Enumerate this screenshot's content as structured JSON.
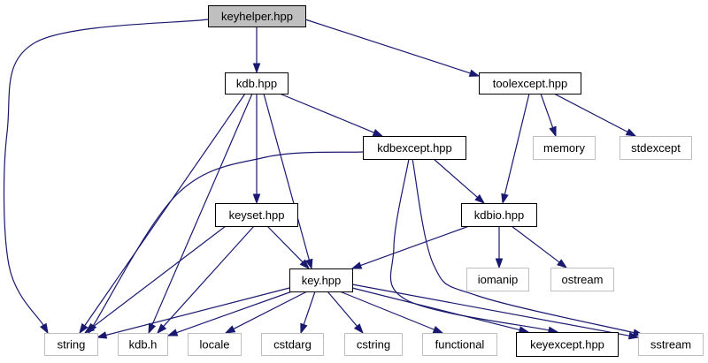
{
  "nodes": [
    {
      "id": "keyhelper",
      "label": "keyhelper.hpp",
      "style": "root"
    },
    {
      "id": "kdbhpp",
      "label": "kdb.hpp",
      "style": "black"
    },
    {
      "id": "toolexcept",
      "label": "toolexcept.hpp",
      "style": "black"
    },
    {
      "id": "kdbexcept",
      "label": "kdbexcept.hpp",
      "style": "black"
    },
    {
      "id": "memory",
      "label": "memory",
      "style": "grey"
    },
    {
      "id": "stdexcept",
      "label": "stdexcept",
      "style": "grey"
    },
    {
      "id": "keyset",
      "label": "keyset.hpp",
      "style": "black"
    },
    {
      "id": "kdbio",
      "label": "kdbio.hpp",
      "style": "black"
    },
    {
      "id": "iomanip",
      "label": "iomanip",
      "style": "grey"
    },
    {
      "id": "ostream",
      "label": "ostream",
      "style": "grey"
    },
    {
      "id": "keyhpp",
      "label": "key.hpp",
      "style": "black"
    },
    {
      "id": "string",
      "label": "string",
      "style": "grey"
    },
    {
      "id": "kdbh",
      "label": "kdb.h",
      "style": "grey"
    },
    {
      "id": "locale",
      "label": "locale",
      "style": "grey"
    },
    {
      "id": "cstdarg",
      "label": "cstdarg",
      "style": "grey"
    },
    {
      "id": "cstring",
      "label": "cstring",
      "style": "grey"
    },
    {
      "id": "functional",
      "label": "functional",
      "style": "grey"
    },
    {
      "id": "keyexcept",
      "label": "keyexcept.hpp",
      "style": "black"
    },
    {
      "id": "sstream",
      "label": "sstream",
      "style": "grey"
    }
  ],
  "edges": [
    {
      "from": "keyhelper",
      "to": "kdbhpp"
    },
    {
      "from": "keyhelper",
      "to": "toolexcept"
    },
    {
      "from": "keyhelper",
      "to": "string"
    },
    {
      "from": "kdbhpp",
      "to": "kdbexcept"
    },
    {
      "from": "kdbhpp",
      "to": "keyset"
    },
    {
      "from": "kdbhpp",
      "to": "keyhpp"
    },
    {
      "from": "kdbhpp",
      "to": "string"
    },
    {
      "from": "kdbhpp",
      "to": "kdbh"
    },
    {
      "from": "toolexcept",
      "to": "memory"
    },
    {
      "from": "toolexcept",
      "to": "stdexcept"
    },
    {
      "from": "toolexcept",
      "to": "kdbio"
    },
    {
      "from": "kdbexcept",
      "to": "kdbio"
    },
    {
      "from": "kdbexcept",
      "to": "string"
    },
    {
      "from": "kdbexcept",
      "to": "keyexcept"
    },
    {
      "from": "kdbexcept",
      "to": "sstream"
    },
    {
      "from": "keyset",
      "to": "keyhpp"
    },
    {
      "from": "keyset",
      "to": "string"
    },
    {
      "from": "keyset",
      "to": "kdbh"
    },
    {
      "from": "kdbio",
      "to": "keyhpp"
    },
    {
      "from": "kdbio",
      "to": "iomanip"
    },
    {
      "from": "kdbio",
      "to": "ostream"
    },
    {
      "from": "keyhpp",
      "to": "string"
    },
    {
      "from": "keyhpp",
      "to": "kdbh"
    },
    {
      "from": "keyhpp",
      "to": "locale"
    },
    {
      "from": "keyhpp",
      "to": "cstdarg"
    },
    {
      "from": "keyhpp",
      "to": "cstring"
    },
    {
      "from": "keyhpp",
      "to": "functional"
    },
    {
      "from": "keyhpp",
      "to": "keyexcept"
    },
    {
      "from": "keyhpp",
      "to": "sstream"
    }
  ]
}
